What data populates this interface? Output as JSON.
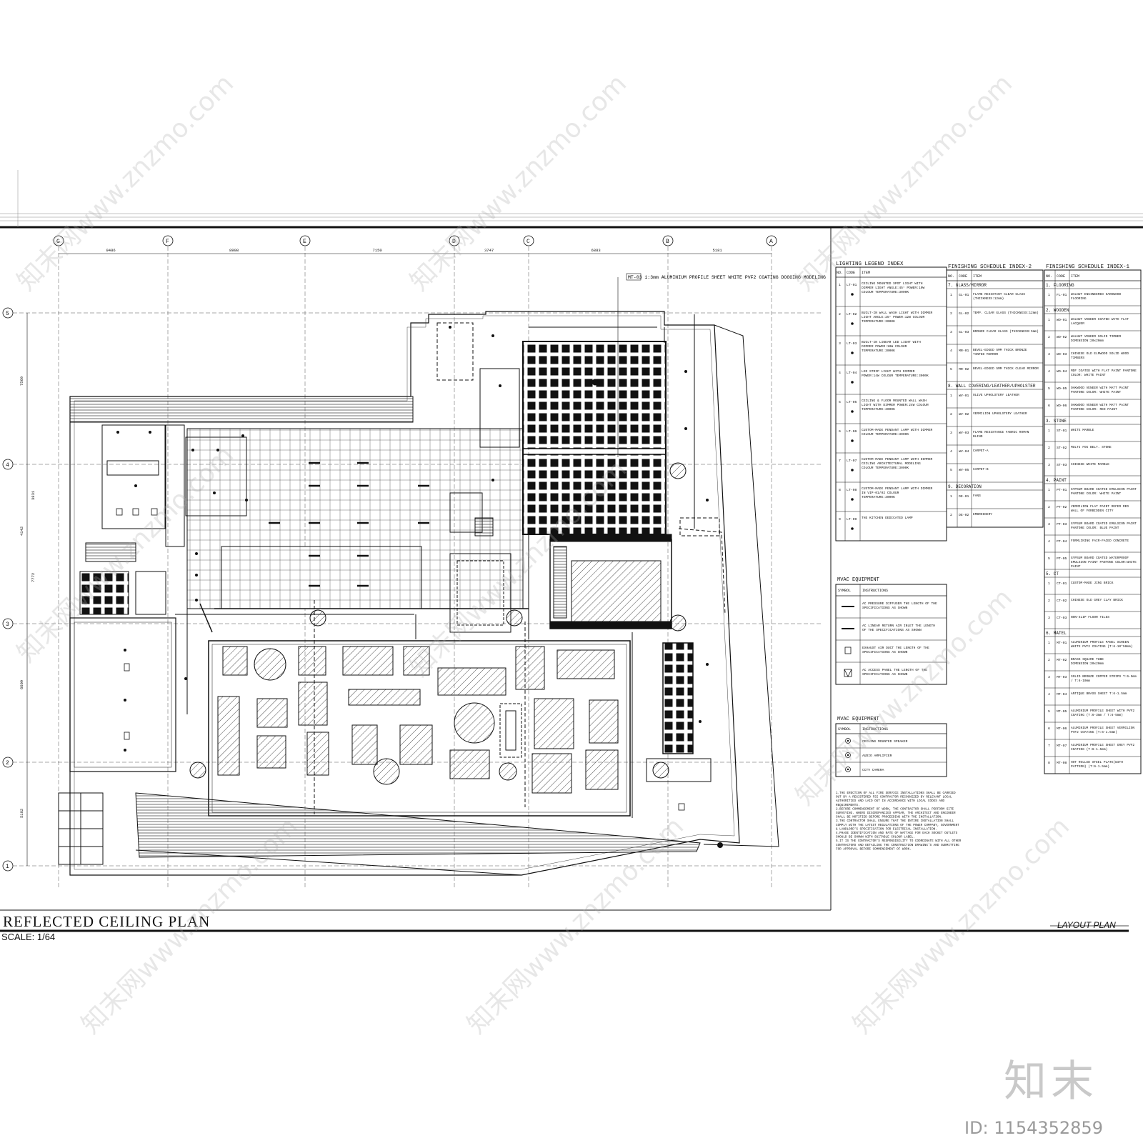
{
  "drawing": {
    "title": "REFLECTED CEILING PLAN",
    "scale": "SCALE: 1/64",
    "layout_label": "LAYOUT PLAN",
    "note_callout": "MT-03 1:3mm ALUMINIUM PROFILE SHEET WHITE PVF2 COATING DOGGING MODELING"
  },
  "grid": {
    "columns": [
      "G",
      "F",
      "E",
      "D",
      "C",
      "B",
      "A"
    ],
    "rows": [
      "5",
      "4",
      "3",
      "2",
      "1"
    ],
    "column_dims": [
      "9486",
      "8908",
      "7150",
      "3747",
      "6883",
      "5181"
    ],
    "row_dims": [
      "7569",
      "3831",
      "4142",
      "7772",
      "6609",
      "5182"
    ]
  },
  "lighting_legend": {
    "title": "LIGHTING LEGEND INDEX",
    "headers": [
      "NO.",
      "CODE",
      "ITEM"
    ],
    "rows": [
      {
        "no": "1",
        "code": "LT-01",
        "item": "CEILING MOUNTED SPOT LIGHT WITH DIMMER LIGHT ANGLE:45° POWER:10W COLOUR TEMPERATURE:3000K"
      },
      {
        "no": "2",
        "code": "LT-02",
        "item": "BUILT-IN WALL WASH LIGHT WITH DIMMER LIGHT ANGLE:25° POWER:12W COLOUR TEMPERATURE:3000K"
      },
      {
        "no": "3",
        "code": "LT-03",
        "item": "BUILT-IN LINEAR LED LIGHT WITH DIMMER POWER:10W COLOUR TEMPERATURE:3000K"
      },
      {
        "no": "4",
        "code": "LT-04",
        "item": "LED STRIP LIGHT WITH DIMMER POWER:14W COLOUR TEMPERATURE:3000K"
      },
      {
        "no": "5",
        "code": "LT-05",
        "item": "CEILING & FLOOR MOUNTED WALL WASH LIGHT WITH DIMMER POWER:24W COLOUR TEMPERATURE:3000K"
      },
      {
        "no": "6",
        "code": "LT-06",
        "item": "CUSTOM-MADE PENDANT LAMP WITH DIMMER COLOUR TEMPERATURE:3000K"
      },
      {
        "no": "7",
        "code": "LT-07",
        "item": "CUSTOM-MADE PENDANT LAMP WITH DIMMER CEILING ARCHITECTURAL MODELING COLOUR TEMPERATURE:3000K"
      },
      {
        "no": "8",
        "code": "LT-08",
        "item": "CUSTOM-MADE PENDANT LAMP WITH DIMMER IN VIP-01/02 COLOUR TEMPERATURE:3000K"
      },
      {
        "no": "9",
        "code": "LT-09",
        "item": "THE KITCHEN DEDICATED LAMP"
      }
    ]
  },
  "mvac_equipment_1": {
    "title": "MVAC EQUIPMENT",
    "headers": [
      "SYMBOL",
      "INSTRUCTIONS"
    ],
    "rows": [
      "AC PRESSURE DIFFUSER THE LENGTH OF THE SPECIFICATIONS AS SHOWN",
      "AC LINEAR RETURN AIR INLET THE LENGTH OF THE SPECIFICATIONS AS SHOWN",
      "EXHAUST AIR DUCT THE LENGTH OF THE SPECIFICATIONS AS SHOWN",
      "AC ACCESS PANEL THE LENGTH OF THE SPECIFICATIONS AS SHOWN"
    ]
  },
  "mvac_equipment_2": {
    "title": "MVAC EQUIPMENT",
    "headers": [
      "SYMBOL",
      "INSTRUCTIONS"
    ],
    "rows": [
      "CEILING MOUNTED SPEAKER",
      "AUDIO AMPLIFIER",
      "CCTV CAMERA"
    ]
  },
  "general_notes": [
    "1.THE ERECTION OF ALL FIRE SERVICE INSTALLATIONS SHALL BE CARRIED OUT BY A REGISTERED FSI CONTRACTOR RECOGNIZED BY RELEVANT LOCAL AUTHORITIES AND LAID OUT IN ACCORDANCE WITH LOCAL CODES AND REQUIREMENTS.",
    "2.BEFORE COMMENCEMENT OF WORK, THE CONTRACTOR SHALL PERFORM SITE SURVEYING. WHERE DISCREPANCIES APPEAR, THE ARCHITECT AND ENGINEER SHALL BE NOTIFIED BEFORE PROCEEDING WITH THE INSTALLATION.",
    "3.THE CONTRACTOR SHALL ENSURE THAT THE ENTIRE INSTALLATION SHALL COMPLY WITH THE LATEST REGULATIONS OF THE POWER COMPANY, GOVERNMENT & LANDLORD'S SPECIFICATION FOR ELECTRICAL INSTALLATION.",
    "4.PHASE IDENTIFICATION AND RATE OF WATTAGE FOR EACH SOCKET OUTLETS SHOULD BE SHOWN WITH SUITABLE COLOUR LABEL.",
    "5.IT IS THE CONTRACTOR'S RESPONSIBILITY TO COORDINATE WITH ALL OTHER CONTRACTORS AND DETAILING THE CONSTRUCTION DRAWING'S AND SUBMITTING FOR APPROVAL BEFORE COMMENCEMENT OF WORK."
  ],
  "finishing_index_2": {
    "title": "FINISHING SCHEDULE INDEX-2",
    "headers": [
      "NO.",
      "CODE",
      "ITEM"
    ],
    "sections": [
      {
        "name": "7. GLASS/MIRROR",
        "rows": [
          {
            "no": "1",
            "code": "GL-01",
            "item": "FLAME RESISTANT CLEAR GLASS (THICKNESS:12mm)"
          },
          {
            "no": "2",
            "code": "GL-02",
            "item": "TEMP. CLEAR GLASS (THICKNESS:12mm)"
          },
          {
            "no": "3",
            "code": "GL-03",
            "item": "BRONZE CLEAR GLASS (THICKNESS:5mm)"
          },
          {
            "no": "4",
            "code": "MR-01",
            "item": "BEVEL-EDGED 5MM THICK BRONZE TINTED MIRROR"
          },
          {
            "no": "5",
            "code": "MR-02",
            "item": "BEVEL-EDGED 5MM THICK CLEAR MIRROR"
          }
        ]
      },
      {
        "name": "8. WALL COVERING/LEATHER/UPHOLSTER",
        "rows": [
          {
            "no": "1",
            "code": "WV-01",
            "item": "OLIVE UPHOLSTERY LEATHER"
          },
          {
            "no": "2",
            "code": "WV-02",
            "item": "VERMILION UPHOLSTERY LEATHER"
          },
          {
            "no": "3",
            "code": "WV-03",
            "item": "FLAME RESISTANCE FABRIC ROMAN BLIND"
          },
          {
            "no": "4",
            "code": "WV-04",
            "item": "CARPET-A"
          },
          {
            "no": "5",
            "code": "WV-05",
            "item": "CARPET-B"
          }
        ]
      },
      {
        "name": "9. DECORATION",
        "rows": [
          {
            "no": "1",
            "code": "DE-01",
            "item": "FANS"
          },
          {
            "no": "2",
            "code": "DE-02",
            "item": "EMBROIDERY"
          }
        ]
      }
    ]
  },
  "finishing_index_1": {
    "title": "FINISHING SCHEDULE INDEX-1",
    "headers": [
      "NO.",
      "CODE",
      "ITEM"
    ],
    "sections": [
      {
        "name": "1. FLOORING",
        "rows": [
          {
            "no": "1",
            "code": "FL-01",
            "item": "WALNUT ENGINEERED HARDWOOD FLOORING"
          }
        ]
      },
      {
        "name": "2. WOODEN",
        "rows": [
          {
            "no": "1",
            "code": "WO-01",
            "item": "WALNUT VENEER COATED WITH FLAT LACQUER"
          },
          {
            "no": "2",
            "code": "WO-02",
            "item": "WALNUT VENEER SOLID TIMBER DIMENSION:20x20mm"
          },
          {
            "no": "3",
            "code": "WO-03",
            "item": "CHINESE OLD ELMWOOD SOLID WOOD TIMBERS"
          },
          {
            "no": "4",
            "code": "WO-04",
            "item": "MDF COATED WITH FLAT PAINT PANTONE COLOR: WHITE PAINT"
          },
          {
            "no": "5",
            "code": "WO-05",
            "item": "OAKWOOD VENEER WITH MATT PAINT PANTONE COLOR: WHITE PAINT"
          },
          {
            "no": "6",
            "code": "WO-06",
            "item": "OAKWOOD VENEER WITH MATT PAINT PANTONE COLOR: RED PAINT"
          }
        ]
      },
      {
        "name": "3. STONE",
        "rows": [
          {
            "no": "1",
            "code": "ST-01",
            "item": "WHITE MARBLE"
          },
          {
            "no": "2",
            "code": "ST-02",
            "item": "MULTI FOG BELT. STONE"
          },
          {
            "no": "3",
            "code": "ST-03",
            "item": "CHINESE WHITE MARBLE"
          }
        ]
      },
      {
        "name": "4. PAINT",
        "rows": [
          {
            "no": "1",
            "code": "PT-01",
            "item": "GYPSUM BOARD COATED EMULSION PAINT PANTONE COLOR: WHITE PAINT"
          },
          {
            "no": "2",
            "code": "PT-02",
            "item": "VERMILION FLAT PAINT REFER RED WALL OF FORBIDDEN CITY"
          },
          {
            "no": "3",
            "code": "PT-03",
            "item": "GYPSUM BOARD COATED EMULSION PAINT PANTONE COLOR: BLUE PAINT"
          },
          {
            "no": "4",
            "code": "PT-04",
            "item": "FORMLINING FAIR-FACED CONCRETE"
          },
          {
            "no": "5",
            "code": "PT-05",
            "item": "GYPSUM BOARD COATED WATERPROOF EMULSION PAINT PANTONE COLOR:WHITE PAINT"
          }
        ]
      },
      {
        "name": "5. CT",
        "rows": [
          {
            "no": "1",
            "code": "CT-01",
            "item": "CUSTOM-MADE JING BRICK"
          },
          {
            "no": "2",
            "code": "CT-02",
            "item": "CHINESE OLD GREY CLAY BRICK"
          },
          {
            "no": "3",
            "code": "CT-03",
            "item": "NON-SLIP FLOOR TILES"
          }
        ]
      },
      {
        "name": "6. MATEL",
        "rows": [
          {
            "no": "1",
            "code": "MT-01",
            "item": "ALUMINIUM PROFILE PANEL SCREEN WHITE PVF2 COATING (T:6-10*50mm)"
          },
          {
            "no": "2",
            "code": "MT-02",
            "item": "BRASS SQUARE TUBE DIMENSION:20x20mm"
          },
          {
            "no": "3",
            "code": "MT-03",
            "item": "SOLID BRONZE COPPER STRIPS T:6-5mm / T:6-10mm"
          },
          {
            "no": "4",
            "code": "MT-04",
            "item": "ANTIQUE BRASS SHEET T:6-1.5mm"
          },
          {
            "no": "5",
            "code": "MT-05",
            "item": "ALUMINIUM PROFILE SHEET WITH PVF2 COATING (T:6-3mm / T:6-5mm)"
          },
          {
            "no": "6",
            "code": "MT-06",
            "item": "ALUMINIUM PROFILE SHEET VERMILION PVF2 COATING (T:6-1.5mm)"
          },
          {
            "no": "7",
            "code": "MT-07",
            "item": "ALUMINIUM PROFILE SHEET GREY PVF2 COATING (T:6-1.5mm)"
          },
          {
            "no": "8",
            "code": "MT-08",
            "item": "HOT ROLLED STEEL PLATE(WITH PATTERN) (T:6-1.5mm)"
          }
        ]
      }
    ]
  },
  "branding": {
    "watermark_text": "知末网www.znzmo.com",
    "mark": "知末",
    "id": "ID: 1154352859"
  },
  "colors": {
    "ink": "#111111",
    "paper": "#ffffff",
    "watermark": "#b4b4b4"
  }
}
